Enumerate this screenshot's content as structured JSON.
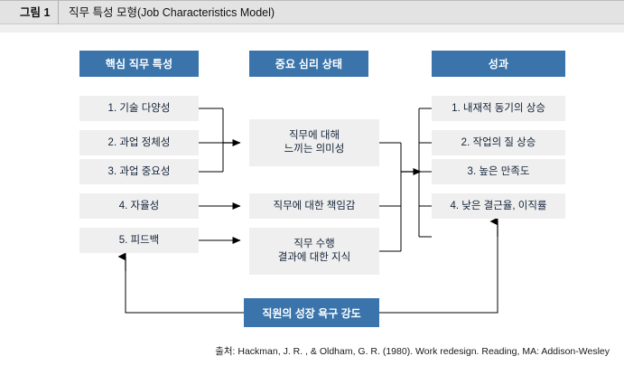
{
  "header": {
    "figure_number": "그림 1",
    "title": "직무 특성 모형(Job Characteristics Model)"
  },
  "columns": {
    "core_job_characteristics": {
      "heading": "핵심 직무 특성",
      "items": [
        "1. 기술 다양성",
        "2. 과업 정체성",
        "3. 과업 중요성",
        "4. 자율성",
        "5. 피드백"
      ]
    },
    "critical_psychological_states": {
      "heading": "중요 심리 상태",
      "items": [
        "직무에 대해\n느끼는 의미성",
        "직무에 대한 책임감",
        "직무 수행\n결과에 대한 지식"
      ]
    },
    "outcomes": {
      "heading": "성과",
      "items": [
        "1. 내재적 동기의 상승",
        "2. 작업의 질 상승",
        "3. 높은 만족도",
        "4. 낮은 결근율, 이직률"
      ]
    }
  },
  "moderator": {
    "label": "직원의 성장 욕구 강도"
  },
  "source": {
    "text": "출처: Hackman, J. R. , & Oldham, G. R. (1980). Work redesign. Reading, MA: Addison-Wesley"
  },
  "colors": {
    "accent_blue": "#3a74ab",
    "box_grey": "#efefef",
    "header_grey": "#e3e3e3",
    "line_black": "#000000",
    "text_dark": "#15243a"
  }
}
